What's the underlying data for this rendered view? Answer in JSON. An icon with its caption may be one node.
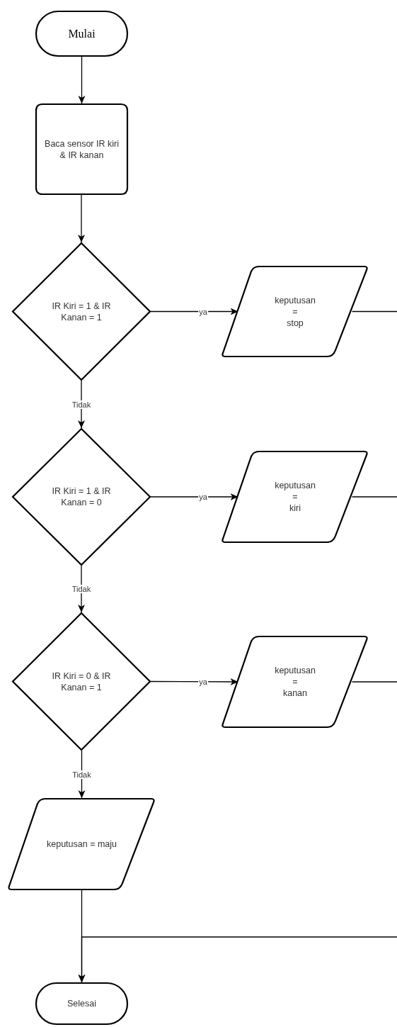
{
  "diagram": {
    "nodes": [
      {
        "text": [
          "Mulai"
        ]
      },
      {
        "text": [
          "Baca sensor IR kiri & IR kanan"
        ]
      },
      {
        "text": [
          "IR Kiri = 1 & IR Kanan = 1"
        ]
      },
      {
        "text": [
          "keputusan = stop"
        ]
      },
      {
        "text": [
          "IR Kiri = 1 & IR Kanan = 0"
        ]
      },
      {
        "text": [
          "keputusan = kiri"
        ]
      },
      {
        "text": [
          "IR Kiri = 0 & IR Kanan = 1"
        ]
      },
      {
        "text": [
          "keputusan = kanan"
        ]
      },
      {
        "text": [
          "keputusan = maju"
        ]
      },
      {
        "text": [
          "Selesai"
        ]
      }
    ],
    "edges": [
      {
        "from": 0,
        "to": 1,
        "arrow": "to"
      },
      {
        "from": 1,
        "to": 2,
        "arrow": "to"
      },
      {
        "from": 2,
        "to": 3,
        "arrow": "to",
        "label": "ya"
      },
      {
        "from": 2,
        "to": 4,
        "arrow": "to",
        "label": "Tidak"
      },
      {
        "from": 4,
        "to": 5,
        "arrow": "to",
        "label": "ya"
      },
      {
        "from": 4,
        "to": 6,
        "arrow": "to",
        "label": "Tidak"
      },
      {
        "from": 6,
        "to": 7,
        "arrow": "to",
        "label": "ya"
      },
      {
        "from": 6,
        "to": 8,
        "arrow": "to",
        "label": "Tidak"
      },
      {
        "from": 8,
        "to": 9,
        "arrow": "to"
      },
      {
        "from": 3,
        "to": null,
        "arrow": "none"
      },
      {
        "from": 5,
        "to": null,
        "arrow": "none"
      },
      {
        "from": 7,
        "to": null,
        "arrow": "none"
      },
      {
        "from": null,
        "to": 9,
        "arrow": "to"
      }
    ]
  }
}
